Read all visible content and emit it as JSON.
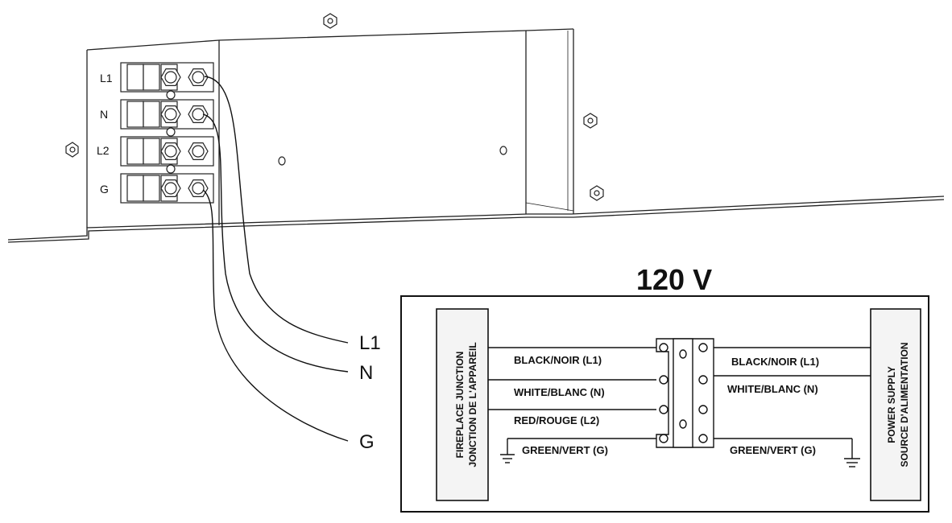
{
  "terminal_labels": [
    "L1",
    "N",
    "L2",
    "G"
  ],
  "wire_labels": [
    "L1",
    "N",
    "G"
  ],
  "schematic": {
    "title": "120 V",
    "left_side": [
      "FIREPLACE JUNCTION",
      "JONCTION DE L'APPAREIL"
    ],
    "right_side": [
      "POWER SUPPLY",
      "SOURCE D'ALIMENTATION"
    ],
    "left_wires": [
      "BLACK/NOIR (L1)",
      "WHITE/BLANC (N)",
      "RED/ROUGE (L2)",
      "GREEN/VERT (G)"
    ],
    "right_wires": [
      "BLACK/NOIR (L1)",
      "WHITE/BLANC (N)",
      "GREEN/VERT (G)"
    ]
  },
  "colors": {
    "line": "#111111",
    "panel_shade": "#f4f4f4"
  }
}
